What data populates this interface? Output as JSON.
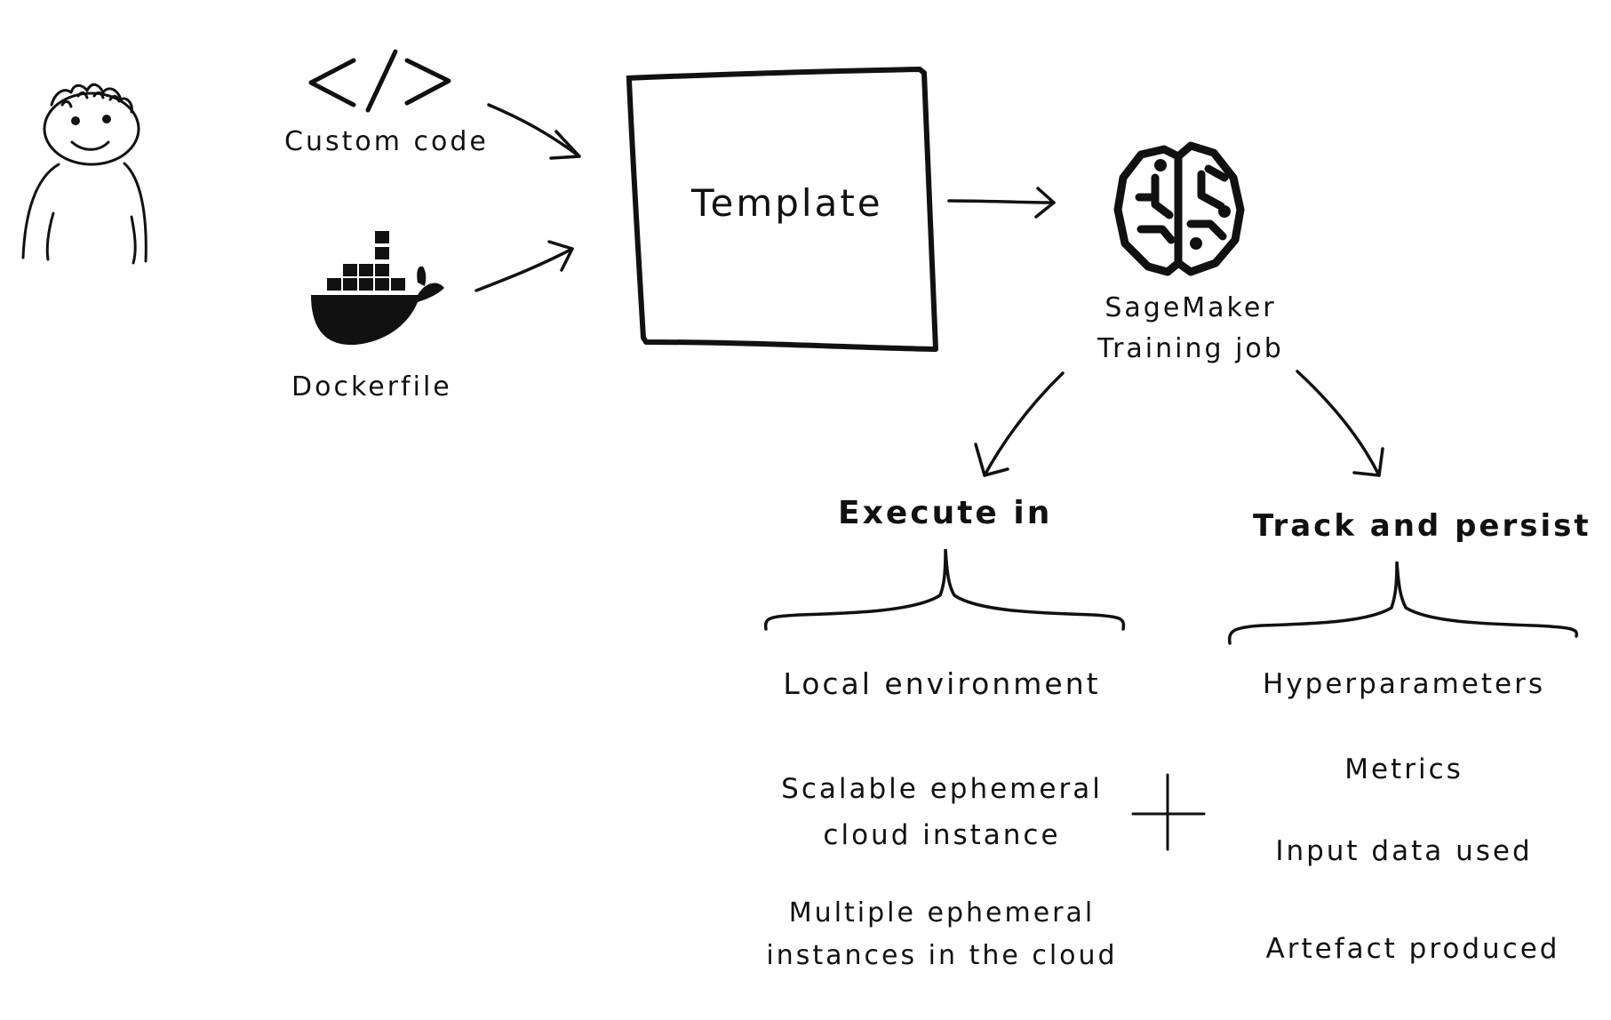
{
  "diagram": {
    "inputs": {
      "code_label": "Custom code",
      "code_icon": "code-brackets-icon",
      "docker_label": "Dockerfile",
      "docker_icon": "docker-whale-icon",
      "person_icon": "person-sketch-icon"
    },
    "template_label": "Template",
    "sagemaker": {
      "icon": "brain-circuit-icon",
      "label_line1": "SageMaker",
      "label_line2": "Training job"
    },
    "execute": {
      "heading": "Execute in",
      "items": [
        {
          "line1": "Local environment",
          "line2": ""
        },
        {
          "line1": "Scalable ephemeral",
          "line2": "cloud instance"
        },
        {
          "line1": "Multiple ephemeral",
          "line2": "instances in the cloud"
        }
      ]
    },
    "track": {
      "heading": "Track and persist",
      "items": [
        "Hyperparameters",
        "Metrics",
        "Input data used",
        "Artefact produced"
      ]
    },
    "plus_symbol": "plus-icon"
  }
}
